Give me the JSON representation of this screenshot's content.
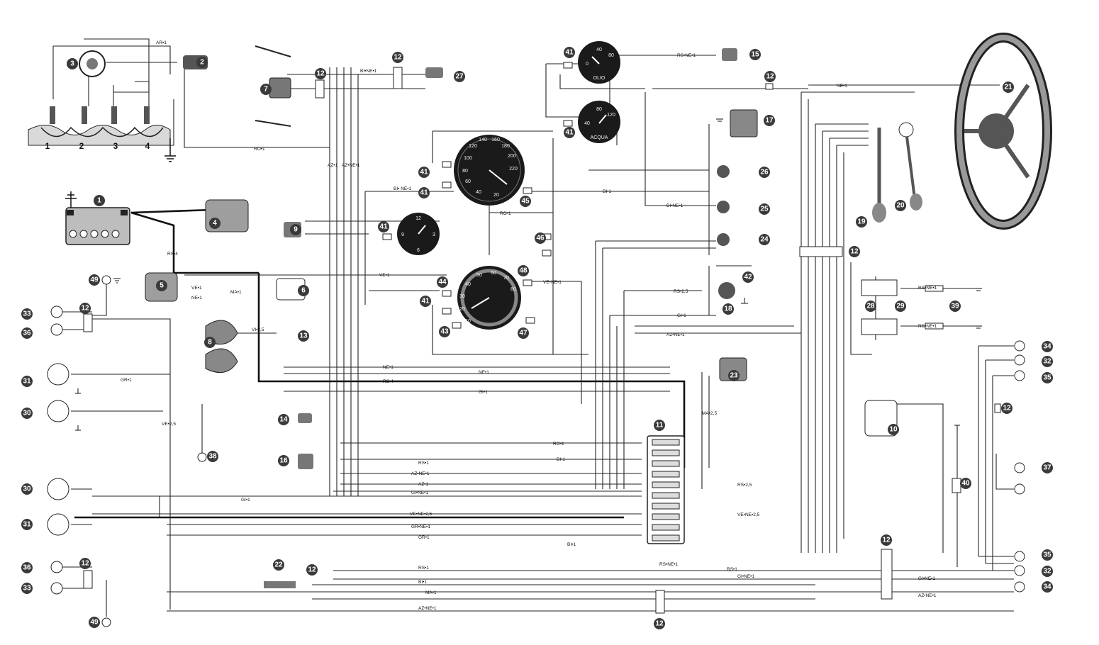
{
  "cylinders": [
    "1",
    "2",
    "3",
    "4"
  ],
  "components": [
    {
      "n": "1"
    },
    {
      "n": "2"
    },
    {
      "n": "3"
    },
    {
      "n": "4"
    },
    {
      "n": "5"
    },
    {
      "n": "6"
    },
    {
      "n": "7"
    },
    {
      "n": "8"
    },
    {
      "n": "9"
    },
    {
      "n": "10"
    },
    {
      "n": "11"
    },
    {
      "n": "12"
    },
    {
      "n": "13"
    },
    {
      "n": "14"
    },
    {
      "n": "15"
    },
    {
      "n": "16"
    },
    {
      "n": "17"
    },
    {
      "n": "18"
    },
    {
      "n": "19"
    },
    {
      "n": "20"
    },
    {
      "n": "21"
    },
    {
      "n": "22"
    },
    {
      "n": "23"
    },
    {
      "n": "24"
    },
    {
      "n": "25"
    },
    {
      "n": "26"
    },
    {
      "n": "27"
    },
    {
      "n": "28"
    },
    {
      "n": "29"
    },
    {
      "n": "30"
    },
    {
      "n": "31"
    },
    {
      "n": "32"
    },
    {
      "n": "33"
    },
    {
      "n": "34"
    },
    {
      "n": "35"
    },
    {
      "n": "36"
    },
    {
      "n": "37"
    },
    {
      "n": "38"
    },
    {
      "n": "39"
    },
    {
      "n": "40"
    },
    {
      "n": "41"
    },
    {
      "n": "42"
    },
    {
      "n": "43"
    },
    {
      "n": "44"
    },
    {
      "n": "45"
    },
    {
      "n": "46"
    },
    {
      "n": "47"
    },
    {
      "n": "48"
    },
    {
      "n": "49"
    }
  ],
  "wire_labels": [
    "AR•1",
    "RO•1",
    "AZ•1",
    "AZ•NE•1",
    "BI•NE•1",
    "RS•4",
    "VE•1",
    "MA•1",
    "NE•1",
    "VI•2,5",
    "VE•2,5",
    "GR•1",
    "GI•1",
    "VE•NE•2,5",
    "GR•NE•1",
    "RS•1",
    "BI•1",
    "AZ•NE•1",
    "GI•NE•1",
    "RS•2,5",
    "MA•2,5",
    "RS•NE•1",
    "GI•2,5",
    "VE•NE•1",
    "BI• NE•1",
    "RO•1",
    "VE•1"
  ],
  "gauge_text": {
    "oil": "OLIO",
    "water": "ACQUA",
    "speedo_ticks": [
      "100",
      "120",
      "140",
      "160",
      "180",
      "200",
      "220",
      "80",
      "60",
      "40",
      "20"
    ],
    "tacho_ticks": [
      "10",
      "20",
      "30",
      "40",
      "50",
      "60",
      "70",
      "80"
    ],
    "clock_ticks": [
      "12",
      "3",
      "6",
      "9"
    ],
    "oil_ticks": [
      "0",
      "40",
      "80"
    ],
    "water_ticks": [
      "40",
      "80",
      "120"
    ]
  },
  "colors": {
    "ink": "#222222",
    "component": "#3a3a3a",
    "paper": "#ffffff"
  }
}
